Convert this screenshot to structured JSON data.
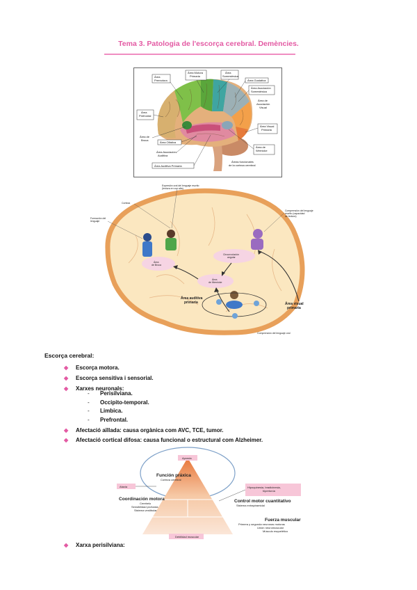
{
  "title": "Tema 3. Patologia de l'escorça cerebral. Demències.",
  "figure1": {
    "labels": {
      "premotora": "Área Premotora",
      "motora": "Área Motora Primaria",
      "somestesica": "Área Somestésica",
      "gustativa": "Área Gustativa",
      "asociacion_som": "Área Asociación Somestésica",
      "asociacion_visual": "Área de Asociación Visual",
      "prefrontal": "Área Prefrontal",
      "broca": "Área de Broca",
      "olfativa": "Área Olfativa",
      "visual_primaria": "Área Visual Primaria",
      "wernicke": "Área de Wernicke",
      "asociacion_aud": "Área Asociación Auditiva",
      "auditiva": "Área Auditiva Primaria",
      "funcionales": "Áreas funcionales de la corteza cerebral"
    }
  },
  "figure2": {
    "labels": {
      "expresion": "Expresión oral del lenguaje escrito (lectura en voz alta)",
      "corteza": "Corteza",
      "formacion": "Formación del lenguaje",
      "comprension": "Comprensión del lenguaje escrito (capacidad de lectura)",
      "broca": "Área de Broca",
      "circunvolucion": "Circunvolución angular",
      "wernicke": "Área de Wernicke",
      "auditiva": "Área auditiva primaria",
      "visual": "Área visual primaria",
      "comprension_oral": "Comprensión del lenguaje oral"
    }
  },
  "section": {
    "heading": "Escorça cerebral:",
    "bullets": [
      "Escorça motora.",
      "Escorça sensitiva i sensorial.",
      "Xarxes neuronals:"
    ],
    "subitems": [
      "Perisilviana.",
      "Occipito-temporal.",
      "Limbica.",
      "Prefrontal."
    ],
    "bullets2": [
      "Afectació aïllada: causa orgànica com AVC, TCE, tumor.",
      "Afectació cortical difosa: causa funcional o estructural com Alzheimer."
    ],
    "last_bullet": "Xarxa perisilviana:",
    "dash": "-",
    "bullet_mark": "◆"
  },
  "figure3": {
    "apraxia": "Apraxia",
    "funcion_praxica": "Función práxica",
    "corteza_cerebral": "Corteza cerebral",
    "ataxia": "Ataxia",
    "coordinacion": "Coordinación motora",
    "coord_sub": [
      "Cerebelo",
      "Sensibilidad profunda",
      "Sistema vestibular"
    ],
    "hipoquinesia": "Hipoquinesia, bradicinesia, hipertonía",
    "control_motor": "Control motor cuantitativo",
    "control_sub": "Sistema extrapiramidal",
    "fuerza": "Fuerza muscular",
    "fuerza_sub": [
      "Primera y segunda neuronas motoras",
      "Unión neuromuscular",
      "Músculo esquelético"
    ],
    "debilidad": "Debilidad muscular"
  },
  "colors": {
    "accent": "#e35aa3",
    "brain_fill": "#fbe7c0",
    "brain_edge": "#e8a05a",
    "oval_fill": "#f6d4e3"
  }
}
